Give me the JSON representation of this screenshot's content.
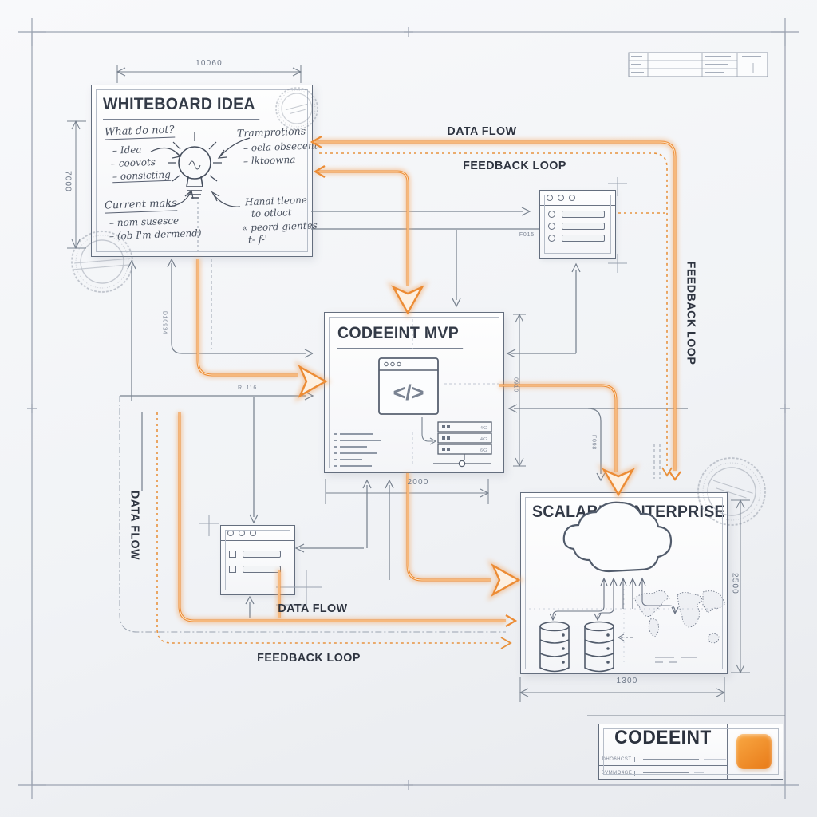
{
  "colors": {
    "accent": "#ec8c35",
    "line": "#78828f",
    "ink": "#2e3440",
    "paper": "#f6f7f9"
  },
  "labels": {
    "data_flow_top": "DATA FLOW",
    "feedback_loop_top": "FEEDBACK LOOP",
    "data_flow_left": "DATA FLOW",
    "feedback_loop_right": "FEEDBACK LOOP",
    "data_flow_bottom": "DATA FLOW",
    "feedback_loop_bottom": "FEEDBACK LOOP"
  },
  "dimensions": {
    "whiteboard_width": "10060",
    "whiteboard_height": "7000",
    "mvp_width": "2000",
    "mvp_height": "0910",
    "enterprise_width": "1300",
    "enterprise_height": "2500",
    "connector_left": "D10934",
    "connector_mid": "RL116",
    "connector_right": "F098",
    "inbox_ref": "F015"
  },
  "whiteboard": {
    "title": "WHITEBOARD IDEA",
    "q_heading": "What do not?",
    "q_items": [
      "– Idea",
      "– coovots",
      "– oonsicting"
    ],
    "c_heading": "Current maks",
    "c_items": [
      "– nom susesce",
      "– (ob I'm dermend)"
    ],
    "t_heading": "Tramprotions",
    "t_items": [
      "– oela obsecent",
      "– lktoowna"
    ],
    "h_heading": "Hanai tleone",
    "h_lines": [
      "to otloct",
      "« peord gientes",
      "t- f-'"
    ]
  },
  "mvp": {
    "title": "CODEEINT MVP",
    "code_glyph": "</>",
    "server_rows": [
      "4K2",
      "4K2",
      "6K2"
    ]
  },
  "enterprise": {
    "title": "SCALABLE ENTERPRISE"
  },
  "title_block": {
    "product": "CODEEINT",
    "row1": "DHO6HCST",
    "row2": "SVMMO4GE"
  }
}
